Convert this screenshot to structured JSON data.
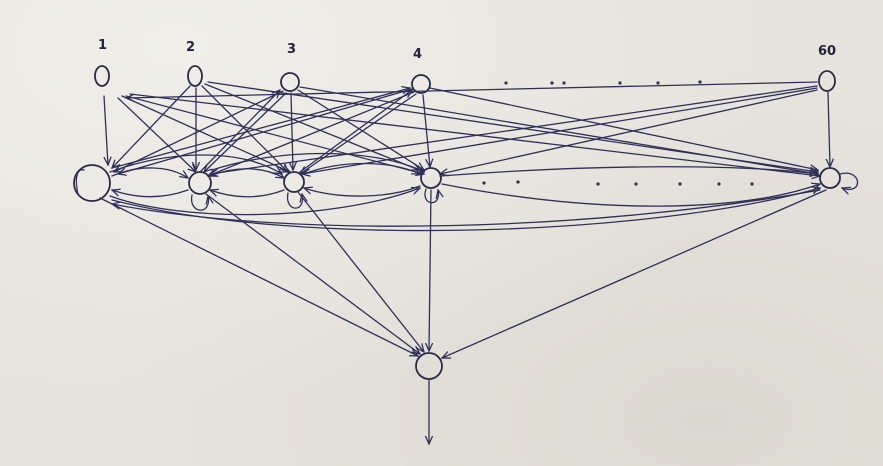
{
  "diagram": {
    "input_labels": [
      "1",
      "2",
      "3",
      "4",
      "60"
    ],
    "ink_color": "#2f2f5a",
    "paper_color": "#e7e4dd"
  }
}
